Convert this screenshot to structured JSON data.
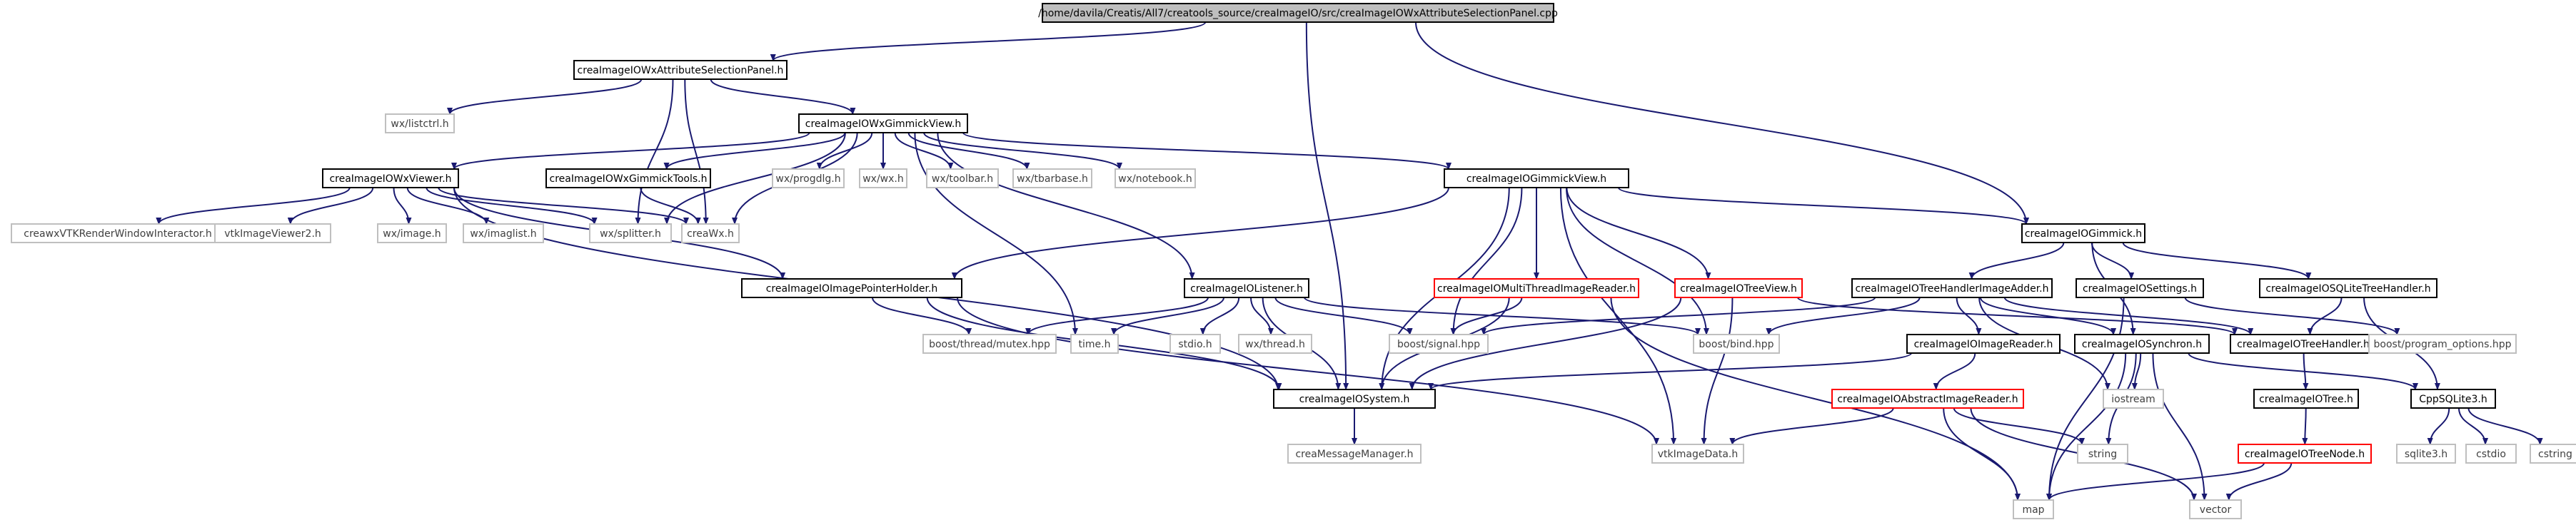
{
  "graph": {
    "title": "/home/davila/Creatis/All7/creatools_source/creaImageIO/src/creaImageIOWxAttributeSelectionPanel.cpp",
    "colors": {
      "edge": "#191970",
      "root_fill": "#bfbfbf",
      "documented_border": "#000000",
      "undocumented_border": "#bfbfbf",
      "truncated_border": "#ff0000",
      "label_normal": "#000000",
      "label_external": "#404040"
    },
    "nodes": [
      {
        "id": "root",
        "label": "/home/davila/Creatis/All7/creatools_source/creaImageIO/src/creaImageIOWxAttributeSelectionPanel.cpp",
        "style": "root"
      },
      {
        "id": "wxasp",
        "label": "creaImageIOWxAttributeSelectionPanel.h",
        "style": "doc"
      },
      {
        "id": "listctrl",
        "label": "wx/listctrl.h",
        "style": "ext"
      },
      {
        "id": "gimmickview",
        "label": "creaImageIOWxGimmickView.h",
        "style": "doc"
      },
      {
        "id": "wxviewer",
        "label": "creaImageIOWxViewer.h",
        "style": "doc"
      },
      {
        "id": "wxgtools",
        "label": "creaImageIOWxGimmickTools.h",
        "style": "doc"
      },
      {
        "id": "progdlg",
        "label": "wx/progdlg.h",
        "style": "ext"
      },
      {
        "id": "wxwx",
        "label": "wx/wx.h",
        "style": "ext"
      },
      {
        "id": "toolbar",
        "label": "wx/toolbar.h",
        "style": "ext"
      },
      {
        "id": "tbarbase",
        "label": "wx/tbarbase.h",
        "style": "ext"
      },
      {
        "id": "notebook",
        "label": "wx/notebook.h",
        "style": "ext"
      },
      {
        "id": "gview",
        "label": "creaImageIOGimmickView.h",
        "style": "doc"
      },
      {
        "id": "vtkrwi",
        "label": "creawxVTKRenderWindowInteractor.h",
        "style": "ext"
      },
      {
        "id": "vtkiv2",
        "label": "vtkImageViewer2.h",
        "style": "ext"
      },
      {
        "id": "wximage",
        "label": "wx/image.h",
        "style": "ext"
      },
      {
        "id": "imaglist",
        "label": "wx/imaglist.h",
        "style": "ext"
      },
      {
        "id": "splitter",
        "label": "wx/splitter.h",
        "style": "ext"
      },
      {
        "id": "creawx",
        "label": "creaWx.h",
        "style": "ext"
      },
      {
        "id": "iph",
        "label": "creaImageIOImagePointerHolder.h",
        "style": "doc"
      },
      {
        "id": "listener",
        "label": "creaImageIOListener.h",
        "style": "doc"
      },
      {
        "id": "mtir",
        "label": "creaImageIOMultiThreadImageReader.h",
        "style": "trunc"
      },
      {
        "id": "treeview",
        "label": "creaImageIOTreeView.h",
        "style": "trunc"
      },
      {
        "id": "gimmick",
        "label": "creaImageIOGimmick.h",
        "style": "doc"
      },
      {
        "id": "thia",
        "label": "creaImageIOTreeHandlerImageAdder.h",
        "style": "doc"
      },
      {
        "id": "settings",
        "label": "creaImageIOSettings.h",
        "style": "doc"
      },
      {
        "id": "sqlth",
        "label": "creaImageIOSQLiteTreeHandler.h",
        "style": "doc"
      },
      {
        "id": "mutex",
        "label": "boost/thread/mutex.hpp",
        "style": "ext"
      },
      {
        "id": "timeh",
        "label": "time.h",
        "style": "ext"
      },
      {
        "id": "stdio",
        "label": "stdio.h",
        "style": "ext"
      },
      {
        "id": "wxthread",
        "label": "wx/thread.h",
        "style": "ext"
      },
      {
        "id": "signal",
        "label": "boost/signal.hpp",
        "style": "ext"
      },
      {
        "id": "bind",
        "label": "boost/bind.hpp",
        "style": "ext"
      },
      {
        "id": "imgreader",
        "label": "creaImageIOImageReader.h",
        "style": "doc"
      },
      {
        "id": "synchron",
        "label": "creaImageIOSynchron.h",
        "style": "doc"
      },
      {
        "id": "treehandler",
        "label": "creaImageIOTreeHandler.h",
        "style": "doc"
      },
      {
        "id": "progopt",
        "label": "boost/program_options.hpp",
        "style": "ext"
      },
      {
        "id": "system",
        "label": "creaImageIOSystem.h",
        "style": "doc"
      },
      {
        "id": "air",
        "label": "creaImageIOAbstractImageReader.h",
        "style": "trunc"
      },
      {
        "id": "iostream",
        "label": "iostream",
        "style": "ext"
      },
      {
        "id": "tree",
        "label": "creaImageIOTree.h",
        "style": "doc"
      },
      {
        "id": "cppsqlite",
        "label": "CppSQLite3.h",
        "style": "doc"
      },
      {
        "id": "msgmgr",
        "label": "creaMessageManager.h",
        "style": "ext"
      },
      {
        "id": "vtkid",
        "label": "vtkImageData.h",
        "style": "ext"
      },
      {
        "id": "string",
        "label": "string",
        "style": "ext"
      },
      {
        "id": "treenode",
        "label": "creaImageIOTreeNode.h",
        "style": "trunc"
      },
      {
        "id": "sqlite3",
        "label": "sqlite3.h",
        "style": "ext"
      },
      {
        "id": "cstdio",
        "label": "cstdio",
        "style": "ext"
      },
      {
        "id": "cstring",
        "label": "cstring",
        "style": "ext"
      },
      {
        "id": "map",
        "label": "map",
        "style": "ext"
      },
      {
        "id": "vector",
        "label": "vector",
        "style": "ext"
      }
    ],
    "edges": [
      [
        "root",
        "wxasp"
      ],
      [
        "root",
        "system"
      ],
      [
        "root",
        "gimmick"
      ],
      [
        "wxasp",
        "listctrl"
      ],
      [
        "wxasp",
        "gimmickview"
      ],
      [
        "wxasp",
        "splitter"
      ],
      [
        "wxasp",
        "creawx"
      ],
      [
        "gimmickview",
        "wxviewer"
      ],
      [
        "gimmickview",
        "wxgtools"
      ],
      [
        "gimmickview",
        "progdlg"
      ],
      [
        "gimmickview",
        "wxwx"
      ],
      [
        "gimmickview",
        "toolbar"
      ],
      [
        "gimmickview",
        "tbarbase"
      ],
      [
        "gimmickview",
        "notebook"
      ],
      [
        "gimmickview",
        "gview"
      ],
      [
        "gimmickview",
        "splitter"
      ],
      [
        "gimmickview",
        "creawx"
      ],
      [
        "gimmickview",
        "listener"
      ],
      [
        "gimmickview",
        "timeh"
      ],
      [
        "wxviewer",
        "vtkrwi"
      ],
      [
        "wxviewer",
        "vtkiv2"
      ],
      [
        "wxviewer",
        "wximage"
      ],
      [
        "wxviewer",
        "imaglist"
      ],
      [
        "wxviewer",
        "splitter"
      ],
      [
        "wxviewer",
        "creawx"
      ],
      [
        "wxviewer",
        "iph"
      ],
      [
        "wxviewer",
        "system"
      ],
      [
        "wxgtools",
        "creawx"
      ],
      [
        "gview",
        "iph"
      ],
      [
        "gview",
        "mtir"
      ],
      [
        "gview",
        "treeview"
      ],
      [
        "gview",
        "gimmick"
      ],
      [
        "gview",
        "system"
      ],
      [
        "gview",
        "signal"
      ],
      [
        "gview",
        "vtkid"
      ],
      [
        "gview",
        "bind"
      ],
      [
        "iph",
        "mutex"
      ],
      [
        "iph",
        "system"
      ],
      [
        "iph",
        "vtkid"
      ],
      [
        "listener",
        "mutex"
      ],
      [
        "listener",
        "timeh"
      ],
      [
        "listener",
        "stdio"
      ],
      [
        "listener",
        "wxthread"
      ],
      [
        "listener",
        "signal"
      ],
      [
        "listener",
        "system"
      ],
      [
        "listener",
        "bind"
      ],
      [
        "mtir",
        "system"
      ],
      [
        "mtir",
        "signal"
      ],
      [
        "mtir",
        "map"
      ],
      [
        "treeview",
        "system"
      ],
      [
        "treeview",
        "treehandler"
      ],
      [
        "treeview",
        "vtkid"
      ],
      [
        "gimmick",
        "thia"
      ],
      [
        "gimmick",
        "settings"
      ],
      [
        "gimmick",
        "sqlth"
      ],
      [
        "gimmick",
        "synchron"
      ],
      [
        "thia",
        "signal"
      ],
      [
        "thia",
        "bind"
      ],
      [
        "thia",
        "imgreader"
      ],
      [
        "thia",
        "synchron"
      ],
      [
        "thia",
        "treehandler"
      ],
      [
        "thia",
        "iostream"
      ],
      [
        "settings",
        "progopt"
      ],
      [
        "settings",
        "map"
      ],
      [
        "sqlth",
        "treehandler"
      ],
      [
        "sqlth",
        "cppsqlite"
      ],
      [
        "imgreader",
        "air"
      ],
      [
        "imgreader",
        "system"
      ],
      [
        "air",
        "vtkid"
      ],
      [
        "air",
        "string"
      ],
      [
        "air",
        "map"
      ],
      [
        "air",
        "vector"
      ],
      [
        "synchron",
        "iostream"
      ],
      [
        "synchron",
        "string"
      ],
      [
        "synchron",
        "map"
      ],
      [
        "synchron",
        "vector"
      ],
      [
        "synchron",
        "cppsqlite"
      ],
      [
        "treehandler",
        "tree"
      ],
      [
        "tree",
        "treenode"
      ],
      [
        "treenode",
        "map"
      ],
      [
        "treenode",
        "vector"
      ],
      [
        "cppsqlite",
        "sqlite3"
      ],
      [
        "cppsqlite",
        "cstdio"
      ],
      [
        "cppsqlite",
        "cstring"
      ],
      [
        "system",
        "msgmgr"
      ]
    ]
  }
}
